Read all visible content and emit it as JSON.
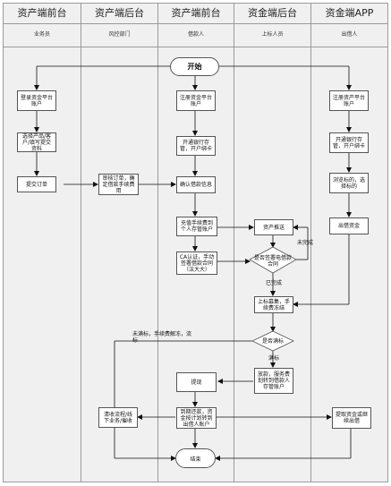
{
  "lanes": [
    {
      "title": "资产端前台",
      "role": "业务员"
    },
    {
      "title": "资产端后台",
      "role": "风控部门"
    },
    {
      "title": "资产端前台",
      "role": "借款人"
    },
    {
      "title": "资金端后台",
      "role": "上标人员"
    },
    {
      "title": "资金端APP",
      "role": "出借人"
    }
  ],
  "nodes": {
    "start": "开始",
    "l1_register": "登录资金平台账户",
    "l1_select": "选择产品/客户/填写提交资料",
    "l1_submit": "提交订单",
    "l2_review": "审核订单，确定借款手续费用",
    "l3_register": "注册资金平台账户",
    "l3_open": "开通银行存管，开户绑卡",
    "l3_confirm": "确认借款信息",
    "l3_fee": "充值手续费到个人存管账户",
    "l3_ca": "CA认证，手动签署借款合同（法大大）",
    "l4_push": "资产推送",
    "l4_decision": "是否签署电借款合同",
    "l4_publish": "上标募集，手续费冻结",
    "l4_full": "是否满标",
    "l4_loan": "放款，服务费划转到借款人存管账户",
    "l3_withdraw": "提现",
    "l3_repay": "到期还款，资金按计划转到出借人账户",
    "l1_collect": "清收流程/线下业务/催收",
    "end": "结束",
    "l5_register": "注册资产平台账户",
    "l5_open": "开通银行存管，开户绑卡",
    "l5_browse": "浏览标的，选择标的",
    "l5_invest": "出借资金",
    "l5_withdraw": "提取资金或继续出借"
  },
  "edge_labels": {
    "incomplete": "未完成",
    "complete": "已完成",
    "not_full": "未满标，手续费解冻，流标",
    "full": "满标"
  }
}
